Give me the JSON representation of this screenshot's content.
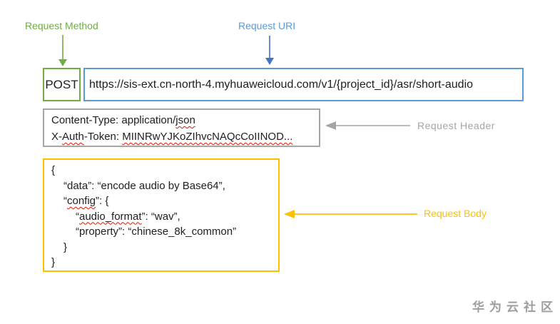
{
  "colors": {
    "green": "#70AD47",
    "blue": "#5B9BD5",
    "blue-dark": "#4472C4",
    "gray": "#A6A6A6",
    "yellow": "#FFC000",
    "squiggle": "#E51400"
  },
  "labels": {
    "request_method": "Request Method",
    "request_uri": "Request URI",
    "request_header": "Request Header",
    "request_body": "Request Body"
  },
  "request": {
    "method": "POST",
    "uri": "https://sis-ext.cn-north-4.myhuaweicloud.com/v1/{project_id}/asr/short-audio"
  },
  "header": {
    "line1_pre": "Content-Type: application/",
    "line1_sq": "json",
    "line2_pre": "X-",
    "line2_sq1": "Auth",
    "line2_mid": "-Token: ",
    "line2_sq2": "MIINRwYJKoZIhvcNAQcCoIINOD..."
  },
  "body": {
    "open_brace": "{",
    "data_line": "“data”: “encode audio by Base64”,",
    "config_open_quote": "“",
    "config_word": "config",
    "config_rest": "”: {",
    "audio_open_quote": "“",
    "audio_word": "audio_format",
    "audio_rest": "”: “wav”,",
    "property_line": "“property”: “chinese_8k_common”",
    "inner_close": "}",
    "close_brace": "}"
  },
  "watermark": "华为云社区"
}
